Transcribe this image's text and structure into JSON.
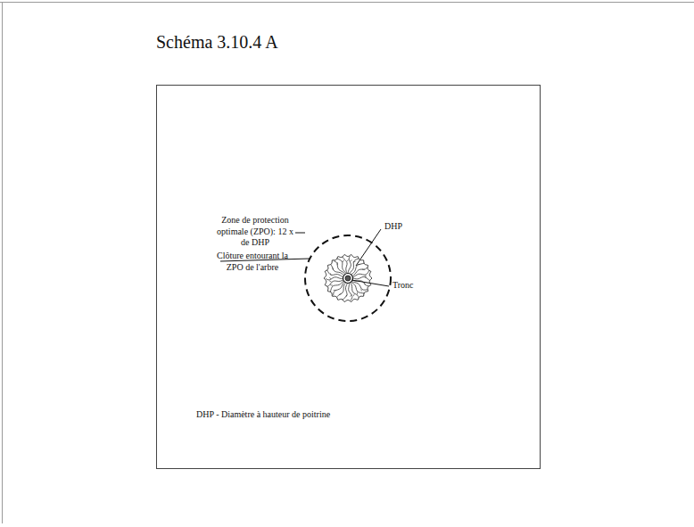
{
  "diagram": {
    "title": "Schéma 3.10.4 A",
    "labels": [
      "Zone de protection optimale (ZPO): 12 x de DHP",
      "Clôture entourant la ZPO de l'arbre",
      "DHP",
      "Tronc",
      "DHP - Diamètre à hauteur de poitrine"
    ]
  }
}
